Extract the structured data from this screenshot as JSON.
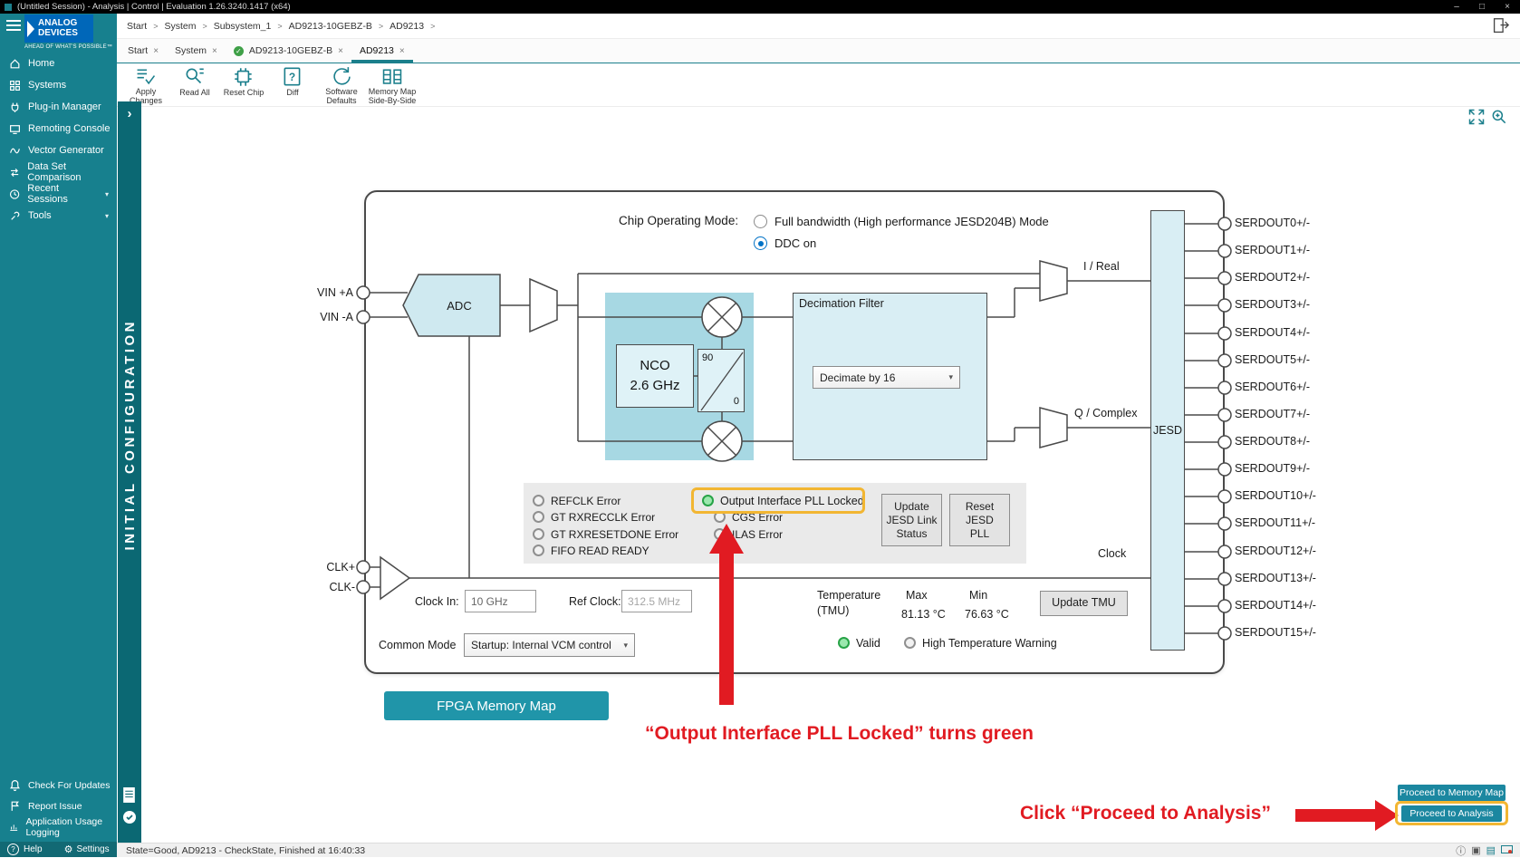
{
  "titlebar": {
    "title": "(Untitled Session) - Analysis | Control | Evaluation 1.26.3240.1417 (x64)"
  },
  "icons": {
    "close": "×",
    "separator": ">",
    "dropdown": "▾",
    "chevron": "▾",
    "expand": "›",
    "minimize": "–",
    "maximize": "□",
    "window_close": "×",
    "info": "ⓘ",
    "help": "?",
    "gear": "⚙",
    "tab_check": "✓",
    "monitor_a": "▣",
    "monitor_b": "▤"
  },
  "breadcrumb": {
    "items": [
      "Start",
      "System",
      "Subsystem_1",
      "AD9213-10GEBZ-B",
      "AD9213"
    ]
  },
  "sidebar": {
    "brand": {
      "line1": "ANALOG",
      "line2": "DEVICES",
      "tagline": "AHEAD OF WHAT'S POSSIBLE™"
    },
    "items": [
      {
        "label": "Home"
      },
      {
        "label": "Systems"
      },
      {
        "label": "Plug-in Manager"
      },
      {
        "label": "Remoting Console"
      },
      {
        "label": "Vector Generator"
      },
      {
        "label": "Data Set Comparison"
      },
      {
        "label": "Recent Sessions"
      },
      {
        "label": "Tools"
      }
    ],
    "bottom_items": [
      {
        "label": "Check For Updates"
      },
      {
        "label": "Report Issue"
      },
      {
        "label": "Application Usage Logging"
      }
    ],
    "footer": {
      "help": "Help",
      "settings": "Settings"
    }
  },
  "tabs": [
    {
      "label": "Start"
    },
    {
      "label": "System"
    },
    {
      "label": "AD9213-10GEBZ-B"
    },
    {
      "label": "AD9213"
    }
  ],
  "toolbar": [
    {
      "label": "Apply Changes"
    },
    {
      "label": "Read All"
    },
    {
      "label": "Reset Chip"
    },
    {
      "label": "Diff"
    },
    {
      "label": "Software Defaults"
    },
    {
      "label": "Memory Map Side-By-Side"
    }
  ],
  "panel": {
    "vertical_label": "INITIAL CONFIGURATION"
  },
  "diagram": {
    "chip_operating_mode": {
      "label": "Chip Operating Mode:",
      "option_full_bandwidth": "Full bandwidth (High performance JESD204B) Mode",
      "option_ddc": "DDC on"
    },
    "vin_p": "VIN +A",
    "vin_n": "VIN -A",
    "clk_p": "CLK+",
    "clk_n": "CLK-",
    "adc_label": "ADC",
    "nco_line1": "NCO",
    "nco_line2": "2.6 GHz",
    "phase_top": "90",
    "phase_bottom": "0",
    "decimation_title": "Decimation Filter",
    "decimation_value": "Decimate by 16",
    "i_real": "I / Real",
    "q_complex": "Q / Complex",
    "clock_label": "Clock",
    "jesd_label": "JESD",
    "serdout": [
      "SERDOUT0+/-",
      "SERDOUT1+/-",
      "SERDOUT2+/-",
      "SERDOUT3+/-",
      "SERDOUT4+/-",
      "SERDOUT5+/-",
      "SERDOUT6+/-",
      "SERDOUT7+/-",
      "SERDOUT8+/-",
      "SERDOUT9+/-",
      "SERDOUT10+/-",
      "SERDOUT11+/-",
      "SERDOUT12+/-",
      "SERDOUT13+/-",
      "SERDOUT14+/-",
      "SERDOUT15+/-"
    ],
    "leds_col1": [
      {
        "label": "REFCLK Error",
        "state": "off"
      },
      {
        "label": "GT RXRECCLK Error",
        "state": "off"
      },
      {
        "label": "GT RXRESETDONE Error",
        "state": "off"
      },
      {
        "label": "FIFO READ READY",
        "state": "off"
      }
    ],
    "leds_col2": [
      {
        "label": "Output Interface PLL Locked",
        "state": "on",
        "highlighted": true
      },
      {
        "label": "CGS Error",
        "state": "off"
      },
      {
        "label": "ILAS Error",
        "state": "off"
      }
    ],
    "update_jesd_button": "Update JESD Link Status",
    "reset_jesd_button": "Reset JESD PLL",
    "clock_in_label": "Clock In:",
    "clock_in_value": "10 GHz",
    "ref_clock_label": "Ref Clock:",
    "ref_clock_value": "312.5 MHz",
    "temperature": {
      "label_line1": "Temperature",
      "label_line2": "(TMU)",
      "max_label": "Max",
      "max_value": "81.13 °C",
      "min_label": "Min",
      "min_value": "76.63 °C",
      "update_button": "Update TMU",
      "valid_label": "Valid",
      "warning_label": "High Temperature Warning"
    },
    "common_mode_label": "Common Mode",
    "common_mode_value": "Startup: Internal VCM control"
  },
  "fpga_button": "FPGA Memory Map",
  "annotations": {
    "pll_note": "“Output Interface PLL Locked” turns green",
    "proceed_note": "Click “Proceed to Analysis”"
  },
  "proceed": {
    "memory_map": "Proceed to Memory Map",
    "analysis": "Proceed to Analysis"
  },
  "statusbar": {
    "text": "State=Good, AD9213 - CheckState, Finished at 16:40:33"
  },
  "colors": {
    "sidebar_teal": "#17808E",
    "strip_teal": "#0B6873",
    "adi_blue": "#0067B9",
    "accent_teal": "#2095A9",
    "proceed_teal": "#1B87A0",
    "selected_blue": "#0072C6",
    "led_green": "#2EAE4E",
    "highlight_orange": "#F2B632",
    "annotation_red": "#E11B22",
    "block_blue_medium": "#A7D8E3",
    "block_blue_light": "#D9EEF4"
  }
}
